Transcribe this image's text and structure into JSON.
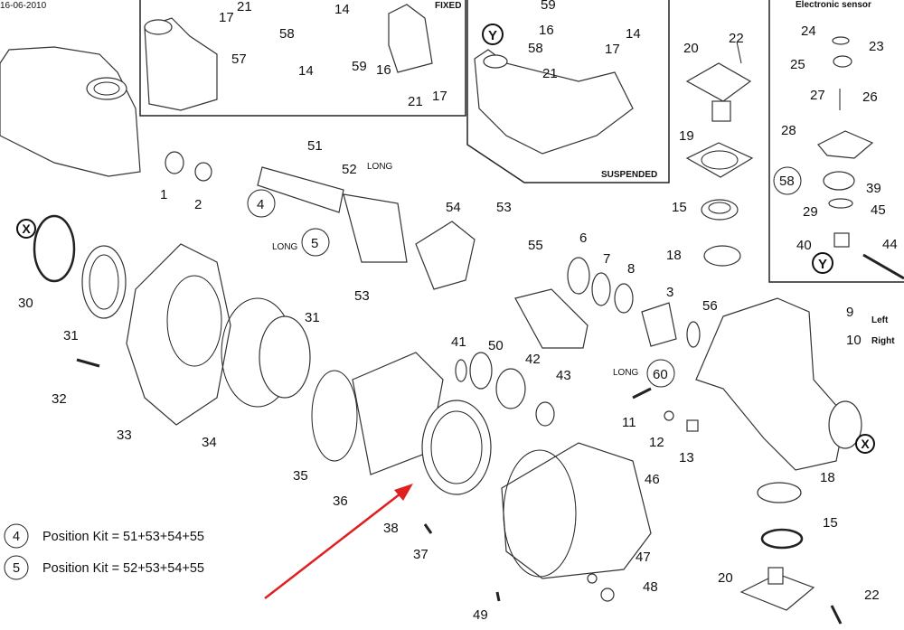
{
  "date": "16-06-2010",
  "insets": {
    "fixed": "FIXED",
    "suspended": "SUSPENDED",
    "sensor": "Electronic sensor"
  },
  "markers": {
    "x": "X",
    "y": "Y"
  },
  "notes": {
    "long": "LONG",
    "left": "Left",
    "right": "Right"
  },
  "callouts": [
    "17",
    "21",
    "14",
    "58",
    "57",
    "14",
    "59",
    "16",
    "21",
    "17",
    "59",
    "16",
    "58",
    "17",
    "14",
    "21",
    "20",
    "22",
    "19",
    "15",
    "18",
    "24",
    "23",
    "25",
    "27",
    "26",
    "28",
    "58",
    "29",
    "39",
    "45",
    "40",
    "44",
    "1",
    "2",
    "51",
    "52",
    "4",
    "5",
    "54",
    "53",
    "53",
    "55",
    "6",
    "7",
    "8",
    "3",
    "56",
    "9",
    "10",
    "30",
    "31",
    "31",
    "32",
    "33",
    "34",
    "35",
    "36",
    "37",
    "38",
    "41",
    "50",
    "42",
    "43",
    "60",
    "11",
    "12",
    "13",
    "46",
    "47",
    "48",
    "49",
    "18",
    "15",
    "20",
    "22"
  ],
  "legend": [
    {
      "kit": "4",
      "text": "Position Kit = 51+53+54+55"
    },
    {
      "kit": "5",
      "text": "Position Kit = 52+53+54+55"
    }
  ],
  "colors": {
    "arrow": "#e02020",
    "line": "#222222"
  }
}
